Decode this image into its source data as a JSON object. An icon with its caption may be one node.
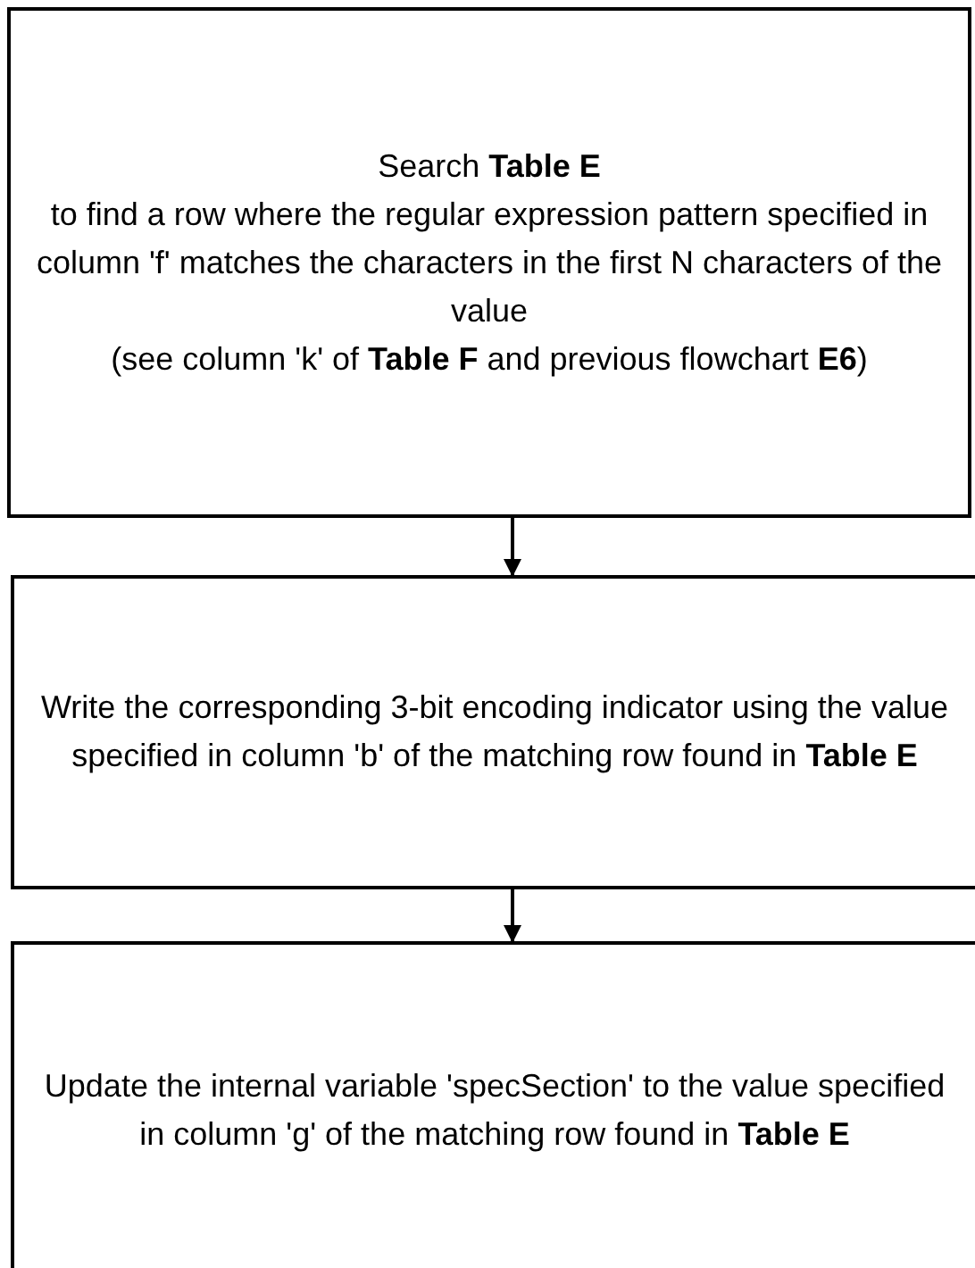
{
  "diagram": {
    "nodes": [
      {
        "text": [
          "Search **Table E**",
          "to find a row where the regular expression pattern specified in column 'f' matches the characters in the first N characters of the value",
          "(see column 'k' of **Table F** and previous flowchart **E6**)"
        ]
      },
      {
        "text": [
          "Write the corresponding 3-bit encoding indicator using the value specified in column 'b' of the matching row found in **Table E**"
        ]
      },
      {
        "text": [
          "Update the internal variable 'specSection' to the value specified in column 'g' of the matching row found in **Table E**"
        ]
      }
    ],
    "edges": [
      {
        "from": 0,
        "to": 1,
        "arrow": "to"
      },
      {
        "from": 1,
        "to": 2,
        "arrow": "to"
      }
    ]
  }
}
